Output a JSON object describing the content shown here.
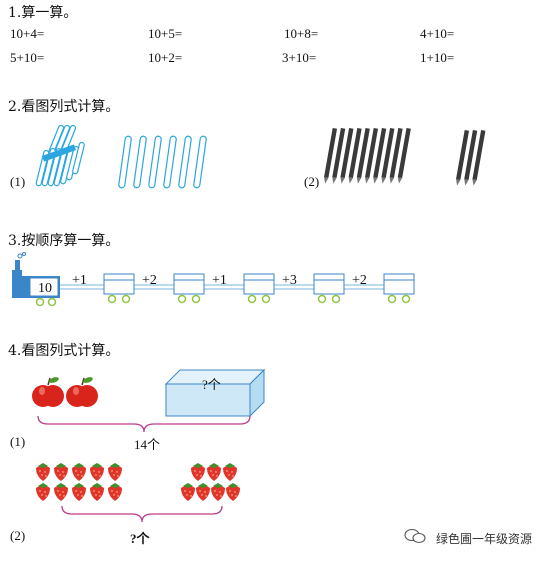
{
  "sections": {
    "s1": {
      "title": "1.算一算。",
      "equations": [
        "10+4=",
        "10+5=",
        "10+8=",
        "4+10=",
        "5+10=",
        "10+2=",
        "3+10=",
        "1+10="
      ]
    },
    "s2": {
      "title": "2.看图列式计算。",
      "label1": "(1)",
      "label2": "(2)",
      "bundle_count": 10,
      "single_sticks": 6,
      "pencils_group1": 10,
      "pencils_group2": 3
    },
    "s3": {
      "title": "3.按顺序算一算。",
      "start": "10",
      "steps": [
        "+1",
        "+2",
        "+1",
        "+3",
        "+2"
      ]
    },
    "s4": {
      "title": "4.看图列式计算。",
      "label1": "(1)",
      "label2": "(2)",
      "box_label": "?个",
      "total1": "14个",
      "total2": "?个",
      "apples": 2,
      "strawberries_group1": 10,
      "strawberries_group2": 7
    }
  },
  "watermark": "绿色圃一年级资源",
  "colors": {
    "stick": "#2aa7e0",
    "train": "#3b86c8",
    "box": "#cfe8f7",
    "brace": "#c23a8c",
    "apple": "#d8241b",
    "strawberry": "#e0352b",
    "pencil": "#3a3a3a"
  }
}
